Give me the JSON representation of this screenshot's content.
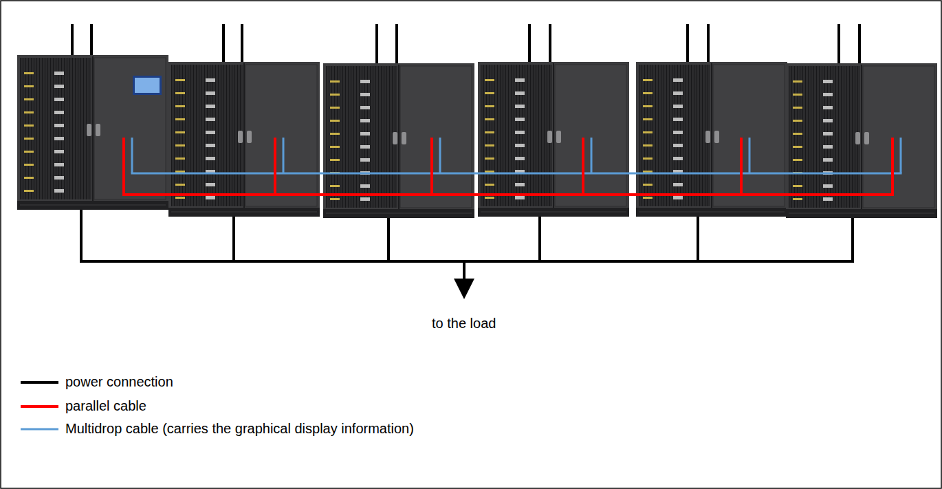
{
  "diagram": {
    "labels": [
      "to the load"
    ],
    "legend": [
      {
        "text": "power connection"
      },
      {
        "text": "parallel cable"
      },
      {
        "text": "Multidrop cable (carries the graphical display information)"
      }
    ]
  }
}
